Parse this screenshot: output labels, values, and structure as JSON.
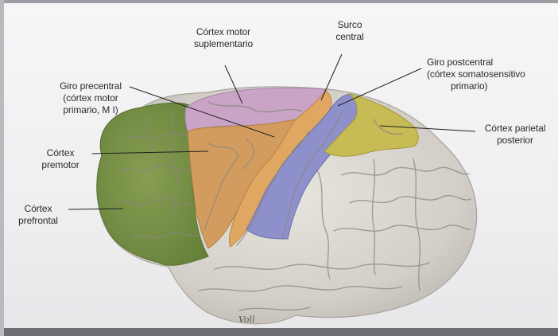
{
  "labels": {
    "cortex_motor_suplementario": [
      "Córtex motor",
      "suplementario"
    ],
    "surco_central": [
      "Surco",
      "central"
    ],
    "giro_postcentral": [
      "Giro postcentral",
      "(córtex somatosensitivo",
      "primario)"
    ],
    "giro_precentral": [
      "Giro precentral",
      "(córtex motor",
      "primario, M I)"
    ],
    "cortex_parietal_posterior": [
      "Córtex parietal",
      "posterior"
    ],
    "cortex_premotor": [
      "Córtex",
      "premotor"
    ],
    "cortex_prefrontal": [
      "Córtex",
      "prefrontal"
    ]
  },
  "signature": "Voll",
  "colors": {
    "prefrontal": "#7c9448",
    "premotor": "#d39a5c",
    "supplementary_motor": "#c7a2c4",
    "somatosensory": "#8d8fcb",
    "parietal_posterior": "#c5ba53",
    "cortex_base": "#d9d5ce"
  }
}
